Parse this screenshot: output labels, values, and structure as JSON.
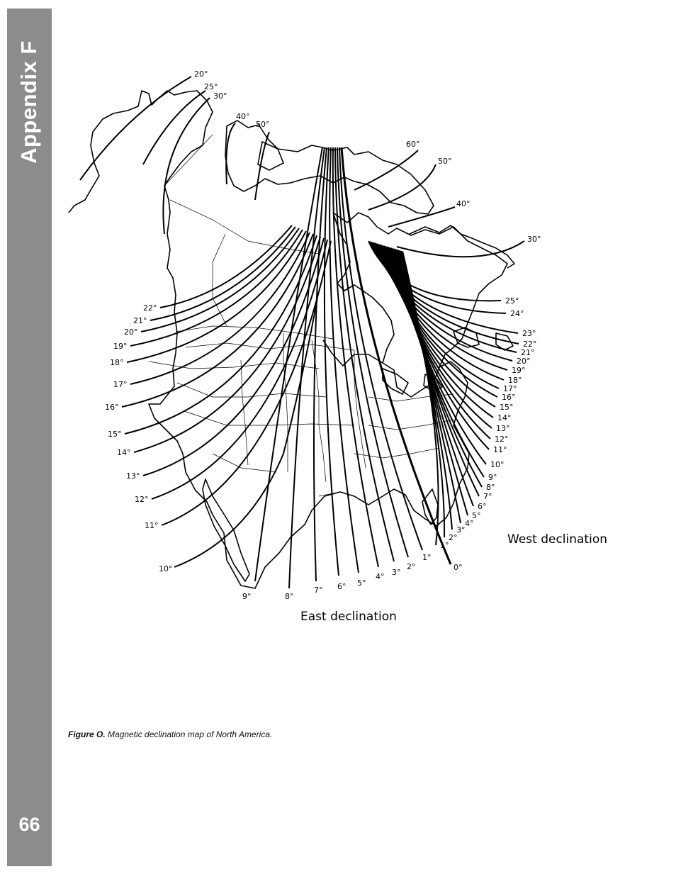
{
  "side_tab": {
    "title": "Appendix F",
    "page_number": "66"
  },
  "map": {
    "labels": {
      "west": "West declination",
      "east": "East declination"
    },
    "bottom_labels": [
      "9°",
      "8°",
      "7°",
      "6°",
      "5°",
      "4°",
      "3°",
      "2°",
      "1°",
      "0°"
    ],
    "bottom_label_10": "10°",
    "left_labels": [
      "22°",
      "21°",
      "20°",
      "19°",
      "18°",
      "17°",
      "16°",
      "15°",
      "14°",
      "13°",
      "12°",
      "11°"
    ],
    "right_labels": [
      "25°",
      "24°",
      "23°",
      "22°",
      "21°",
      "20°",
      "19°",
      "18°",
      "17°",
      "16°",
      "15°",
      "14°",
      "13°",
      "12°",
      "11°",
      "10°",
      "9°",
      "8°",
      "7°",
      "6°",
      "5°",
      "4°",
      "3°",
      "2°",
      "1°"
    ],
    "top_labels": [
      "20°",
      "25°",
      "30°",
      "40°",
      "50°",
      "60°",
      "50°",
      "40°",
      "30°"
    ]
  },
  "caption": {
    "label": "Figure O.",
    "text": " Magnetic declination map of North America."
  }
}
